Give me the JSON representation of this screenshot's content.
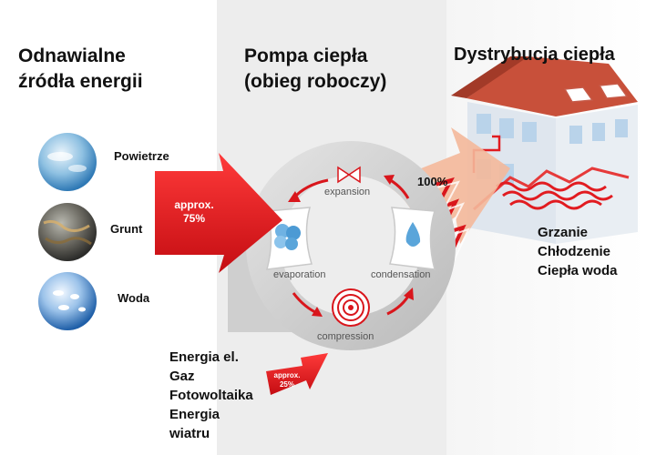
{
  "titles": {
    "sources_line1": "Odnawialne",
    "sources_line2": "źródła energii",
    "pump_line1": "Pompa ciepła",
    "pump_line2": "(obieg roboczy)",
    "distribution": "Dystrybucja ciepła"
  },
  "sources": [
    {
      "label": "Powietrze",
      "icon": "air-sphere-icon"
    },
    {
      "label": "Grunt",
      "icon": "ground-sphere-icon"
    },
    {
      "label": "Woda",
      "icon": "water-sphere-icon"
    }
  ],
  "main_arrow": {
    "line1": "approx.",
    "line2": "75%"
  },
  "small_arrow": {
    "line1": "approx.",
    "line2": "25%"
  },
  "cycle": {
    "expansion": "expansion",
    "evaporation": "evaporation",
    "condensation": "condensation",
    "compression": "compression"
  },
  "output_percent": "100%",
  "inputs": [
    "Energia el.",
    "Gaz",
    "Fotowoltaika",
    "Energia",
    "wiatru"
  ],
  "uses": [
    "Grzanie",
    "Chłodzenie",
    "Ciepła woda"
  ],
  "colors": {
    "arrow_red": "#d9161c",
    "arrow_orange": "#f4b89a",
    "panel_gray": "#ededed",
    "ring_gray": "#c8c8c8"
  }
}
